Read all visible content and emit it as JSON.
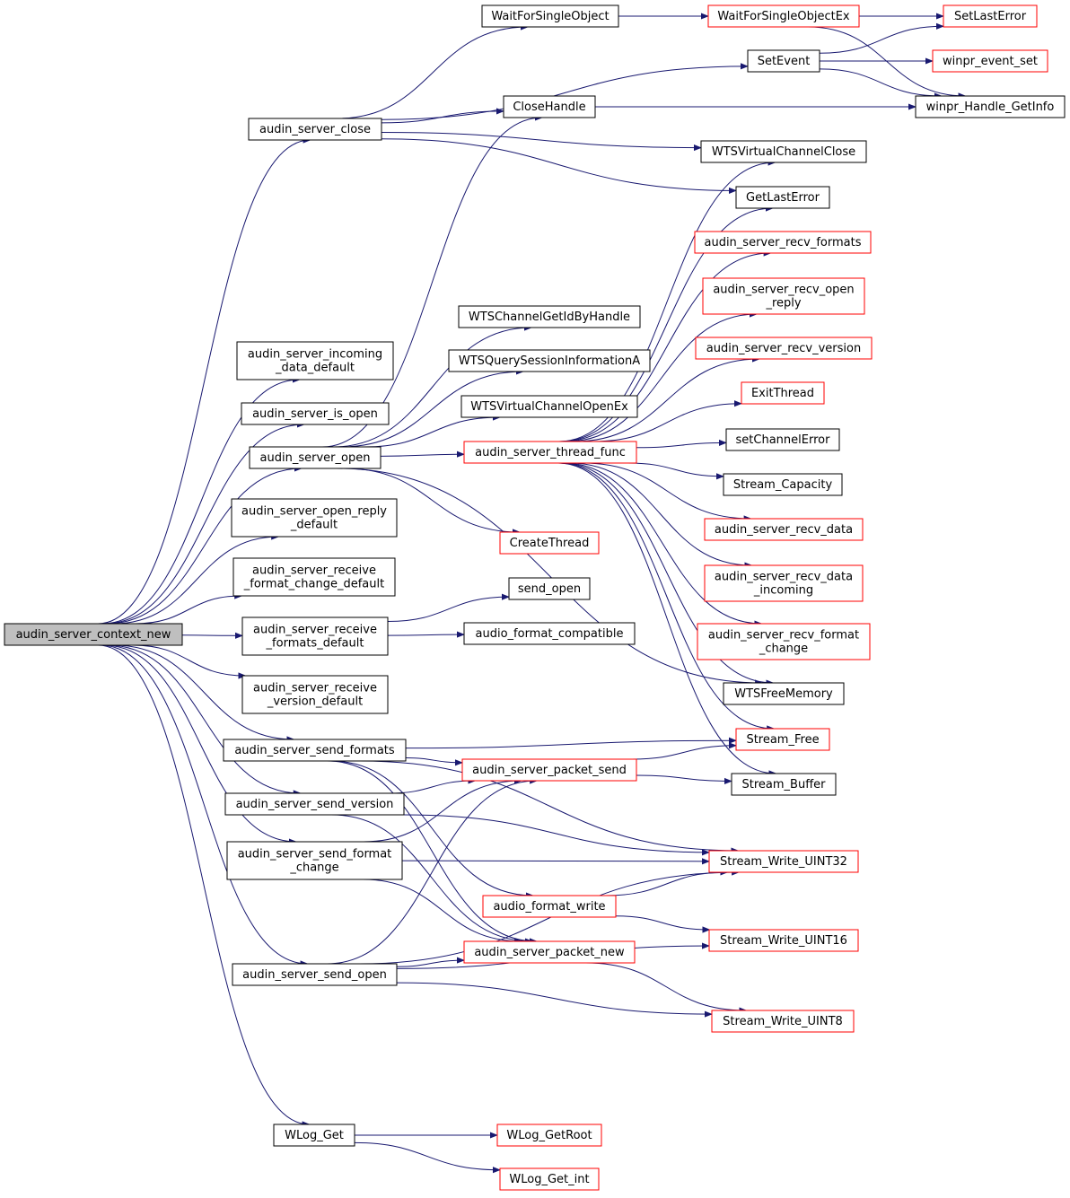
{
  "colors": {
    "edge": "#191970",
    "node_border": "#000000",
    "node_border_incomplete": "#ff0000",
    "root_fill": "#bfbfbf",
    "node_fill": "#ffffff"
  },
  "nodes": [
    {
      "id": "root",
      "lines": [
        "audin_server_context_new"
      ],
      "border": "black",
      "root": true
    },
    {
      "id": "close",
      "lines": [
        "audin_server_close"
      ],
      "border": "black"
    },
    {
      "id": "incoming_default",
      "lines": [
        "audin_server_incoming",
        "_data_default"
      ],
      "border": "black"
    },
    {
      "id": "is_open",
      "lines": [
        "audin_server_is_open"
      ],
      "border": "black"
    },
    {
      "id": "open",
      "lines": [
        "audin_server_open"
      ],
      "border": "black"
    },
    {
      "id": "open_reply_default",
      "lines": [
        "audin_server_open_reply",
        "_default"
      ],
      "border": "black"
    },
    {
      "id": "recv_fmt_change_default",
      "lines": [
        "audin_server_receive",
        "_format_change_default"
      ],
      "border": "black"
    },
    {
      "id": "recv_formats_default",
      "lines": [
        "audin_server_receive",
        "_formats_default"
      ],
      "border": "black"
    },
    {
      "id": "recv_version_default",
      "lines": [
        "audin_server_receive",
        "_version_default"
      ],
      "border": "black"
    },
    {
      "id": "send_formats",
      "lines": [
        "audin_server_send_formats"
      ],
      "border": "black"
    },
    {
      "id": "send_version",
      "lines": [
        "audin_server_send_version"
      ],
      "border": "black"
    },
    {
      "id": "send_format_change",
      "lines": [
        "audin_server_send_format",
        "_change"
      ],
      "border": "black"
    },
    {
      "id": "send_open",
      "lines": [
        "audin_server_send_open"
      ],
      "border": "black"
    },
    {
      "id": "wlog_get",
      "lines": [
        "WLog_Get"
      ],
      "border": "black"
    },
    {
      "id": "wait_single",
      "lines": [
        "WaitForSingleObject"
      ],
      "border": "black"
    },
    {
      "id": "close_handle",
      "lines": [
        "CloseHandle"
      ],
      "border": "black"
    },
    {
      "id": "get_id_by_handle",
      "lines": [
        "WTSChannelGetIdByHandle"
      ],
      "border": "black"
    },
    {
      "id": "query_session",
      "lines": [
        "WTSQuerySessionInformationA"
      ],
      "border": "black"
    },
    {
      "id": "vc_open_ex",
      "lines": [
        "WTSVirtualChannelOpenEx"
      ],
      "border": "black"
    },
    {
      "id": "thread_func",
      "lines": [
        "audin_server_thread_func"
      ],
      "border": "red"
    },
    {
      "id": "create_thread",
      "lines": [
        "CreateThread"
      ],
      "border": "red"
    },
    {
      "id": "send_open_fn",
      "lines": [
        "send_open"
      ],
      "border": "black"
    },
    {
      "id": "audio_fmt_compat",
      "lines": [
        "audio_format_compatible"
      ],
      "border": "black"
    },
    {
      "id": "packet_send",
      "lines": [
        "audin_server_packet_send"
      ],
      "border": "red"
    },
    {
      "id": "audio_fmt_write",
      "lines": [
        "audio_format_write"
      ],
      "border": "red"
    },
    {
      "id": "packet_new",
      "lines": [
        "audin_server_packet_new"
      ],
      "border": "red"
    },
    {
      "id": "wlog_getroot",
      "lines": [
        "WLog_GetRoot"
      ],
      "border": "red"
    },
    {
      "id": "wlog_get_int",
      "lines": [
        "WLog_Get_int"
      ],
      "border": "red"
    },
    {
      "id": "wait_single_ex",
      "lines": [
        "WaitForSingleObjectEx"
      ],
      "border": "red"
    },
    {
      "id": "set_event",
      "lines": [
        "SetEvent"
      ],
      "border": "black"
    },
    {
      "id": "vc_close",
      "lines": [
        "WTSVirtualChannelClose"
      ],
      "border": "black"
    },
    {
      "id": "get_last_error",
      "lines": [
        "GetLastError"
      ],
      "border": "black"
    },
    {
      "id": "recv_formats",
      "lines": [
        "audin_server_recv_formats"
      ],
      "border": "red"
    },
    {
      "id": "recv_open_reply",
      "lines": [
        "audin_server_recv_open",
        "_reply"
      ],
      "border": "red"
    },
    {
      "id": "recv_version",
      "lines": [
        "audin_server_recv_version"
      ],
      "border": "red"
    },
    {
      "id": "exit_thread",
      "lines": [
        "ExitThread"
      ],
      "border": "red"
    },
    {
      "id": "set_channel_error",
      "lines": [
        "setChannelError"
      ],
      "border": "black"
    },
    {
      "id": "stream_capacity",
      "lines": [
        "Stream_Capacity"
      ],
      "border": "black"
    },
    {
      "id": "recv_data",
      "lines": [
        "audin_server_recv_data"
      ],
      "border": "red"
    },
    {
      "id": "recv_data_incoming",
      "lines": [
        "audin_server_recv_data",
        "_incoming"
      ],
      "border": "red"
    },
    {
      "id": "recv_format_change",
      "lines": [
        "audin_server_recv_format",
        "_change"
      ],
      "border": "red"
    },
    {
      "id": "wts_free_memory",
      "lines": [
        "WTSFreeMemory"
      ],
      "border": "black"
    },
    {
      "id": "stream_free",
      "lines": [
        "Stream_Free"
      ],
      "border": "red"
    },
    {
      "id": "stream_buffer",
      "lines": [
        "Stream_Buffer"
      ],
      "border": "black"
    },
    {
      "id": "write_u32",
      "lines": [
        "Stream_Write_UINT32"
      ],
      "border": "red"
    },
    {
      "id": "write_u16",
      "lines": [
        "Stream_Write_UINT16"
      ],
      "border": "red"
    },
    {
      "id": "write_u8",
      "lines": [
        "Stream_Write_UINT8"
      ],
      "border": "red"
    },
    {
      "id": "set_last_error",
      "lines": [
        "SetLastError"
      ],
      "border": "red"
    },
    {
      "id": "winpr_event_set",
      "lines": [
        "winpr_event_set"
      ],
      "border": "red"
    },
    {
      "id": "handle_get_info",
      "lines": [
        "winpr_Handle_GetInfo"
      ],
      "border": "black"
    }
  ],
  "edges": [
    [
      "root",
      "close"
    ],
    [
      "root",
      "incoming_default"
    ],
    [
      "root",
      "is_open"
    ],
    [
      "root",
      "open"
    ],
    [
      "root",
      "open_reply_default"
    ],
    [
      "root",
      "recv_fmt_change_default"
    ],
    [
      "root",
      "recv_formats_default"
    ],
    [
      "root",
      "recv_version_default"
    ],
    [
      "root",
      "send_formats"
    ],
    [
      "root",
      "send_version"
    ],
    [
      "root",
      "send_format_change"
    ],
    [
      "root",
      "send_open"
    ],
    [
      "root",
      "wlog_get"
    ],
    [
      "close",
      "wait_single"
    ],
    [
      "close",
      "set_event"
    ],
    [
      "close",
      "close_handle"
    ],
    [
      "close",
      "vc_close"
    ],
    [
      "close",
      "get_last_error"
    ],
    [
      "wait_single",
      "wait_single_ex"
    ],
    [
      "wait_single_ex",
      "set_last_error"
    ],
    [
      "wait_single_ex",
      "handle_get_info"
    ],
    [
      "set_event",
      "set_last_error"
    ],
    [
      "set_event",
      "winpr_event_set"
    ],
    [
      "set_event",
      "handle_get_info"
    ],
    [
      "close_handle",
      "handle_get_info"
    ],
    [
      "open",
      "close_handle"
    ],
    [
      "open",
      "get_id_by_handle"
    ],
    [
      "open",
      "query_session"
    ],
    [
      "open",
      "vc_open_ex"
    ],
    [
      "open",
      "thread_func"
    ],
    [
      "open",
      "create_thread"
    ],
    [
      "open",
      "wts_free_memory"
    ],
    [
      "thread_func",
      "vc_close"
    ],
    [
      "thread_func",
      "get_last_error"
    ],
    [
      "thread_func",
      "recv_formats"
    ],
    [
      "thread_func",
      "recv_open_reply"
    ],
    [
      "thread_func",
      "recv_version"
    ],
    [
      "thread_func",
      "exit_thread"
    ],
    [
      "thread_func",
      "set_channel_error"
    ],
    [
      "thread_func",
      "stream_capacity"
    ],
    [
      "thread_func",
      "recv_data"
    ],
    [
      "thread_func",
      "recv_data_incoming"
    ],
    [
      "thread_func",
      "recv_format_change"
    ],
    [
      "thread_func",
      "wts_free_memory"
    ],
    [
      "thread_func",
      "stream_free"
    ],
    [
      "thread_func",
      "stream_buffer"
    ],
    [
      "recv_formats_default",
      "send_open_fn"
    ],
    [
      "recv_formats_default",
      "audio_fmt_compat"
    ],
    [
      "send_formats",
      "stream_free"
    ],
    [
      "send_formats",
      "packet_send"
    ],
    [
      "send_formats",
      "audio_fmt_write"
    ],
    [
      "send_formats",
      "packet_new"
    ],
    [
      "send_formats",
      "write_u32"
    ],
    [
      "send_version",
      "packet_send"
    ],
    [
      "send_version",
      "packet_new"
    ],
    [
      "send_version",
      "write_u32"
    ],
    [
      "send_format_change",
      "packet_send"
    ],
    [
      "send_format_change",
      "write_u32"
    ],
    [
      "send_format_change",
      "packet_new"
    ],
    [
      "send_open",
      "packet_send"
    ],
    [
      "send_open",
      "packet_new"
    ],
    [
      "send_open",
      "write_u32"
    ],
    [
      "send_open",
      "write_u16"
    ],
    [
      "send_open",
      "write_u8"
    ],
    [
      "packet_send",
      "stream_free"
    ],
    [
      "packet_send",
      "stream_buffer"
    ],
    [
      "audio_fmt_write",
      "write_u32"
    ],
    [
      "audio_fmt_write",
      "write_u16"
    ],
    [
      "packet_new",
      "write_u8"
    ],
    [
      "wlog_get",
      "wlog_getroot"
    ],
    [
      "wlog_get",
      "wlog_get_int"
    ]
  ]
}
